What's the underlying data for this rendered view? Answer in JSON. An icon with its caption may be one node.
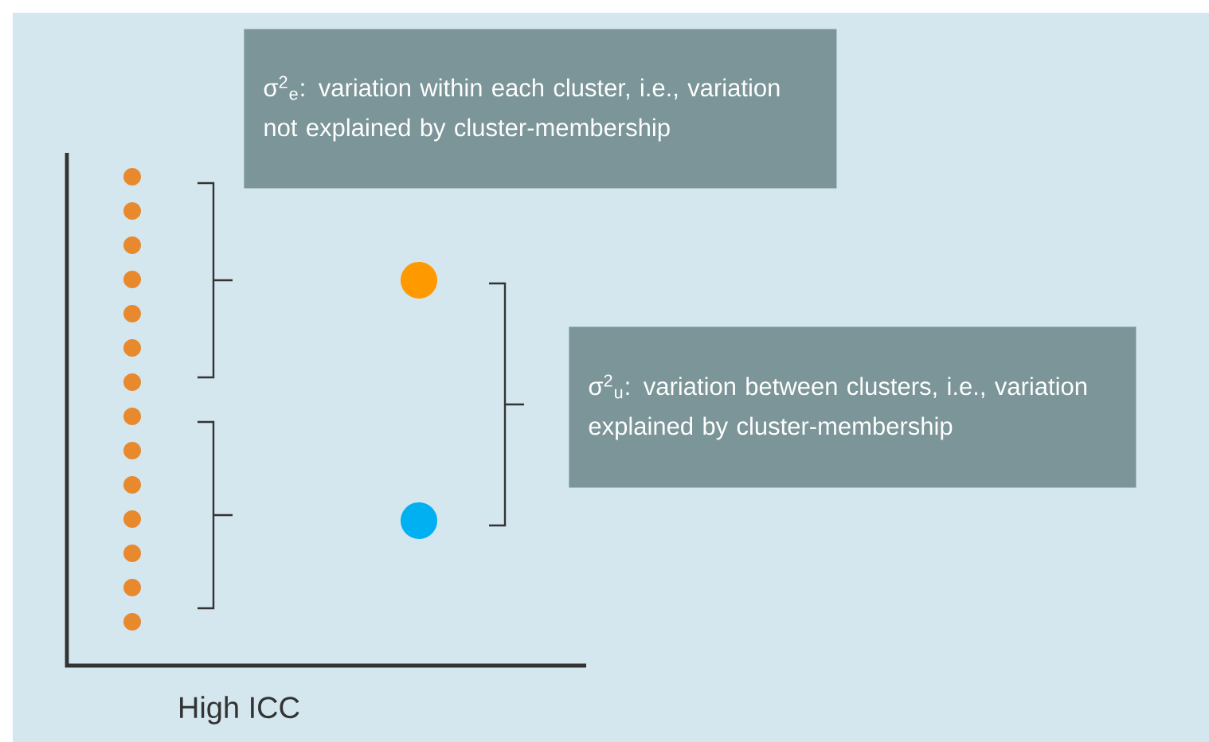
{
  "diagram": {
    "nodes": [
      {
        "text": [
          "σ$^{2}$$_{e}$: variation within each cluster, i.e., variation not explained by cluster-membership"
        ]
      },
      {
        "text": [
          "σ$^{2}$$_{u}$: variation between clusters, i.e., variation explained by cluster-membership"
        ]
      }
    ],
    "labels": [
      "High ICC"
    ]
  }
}
